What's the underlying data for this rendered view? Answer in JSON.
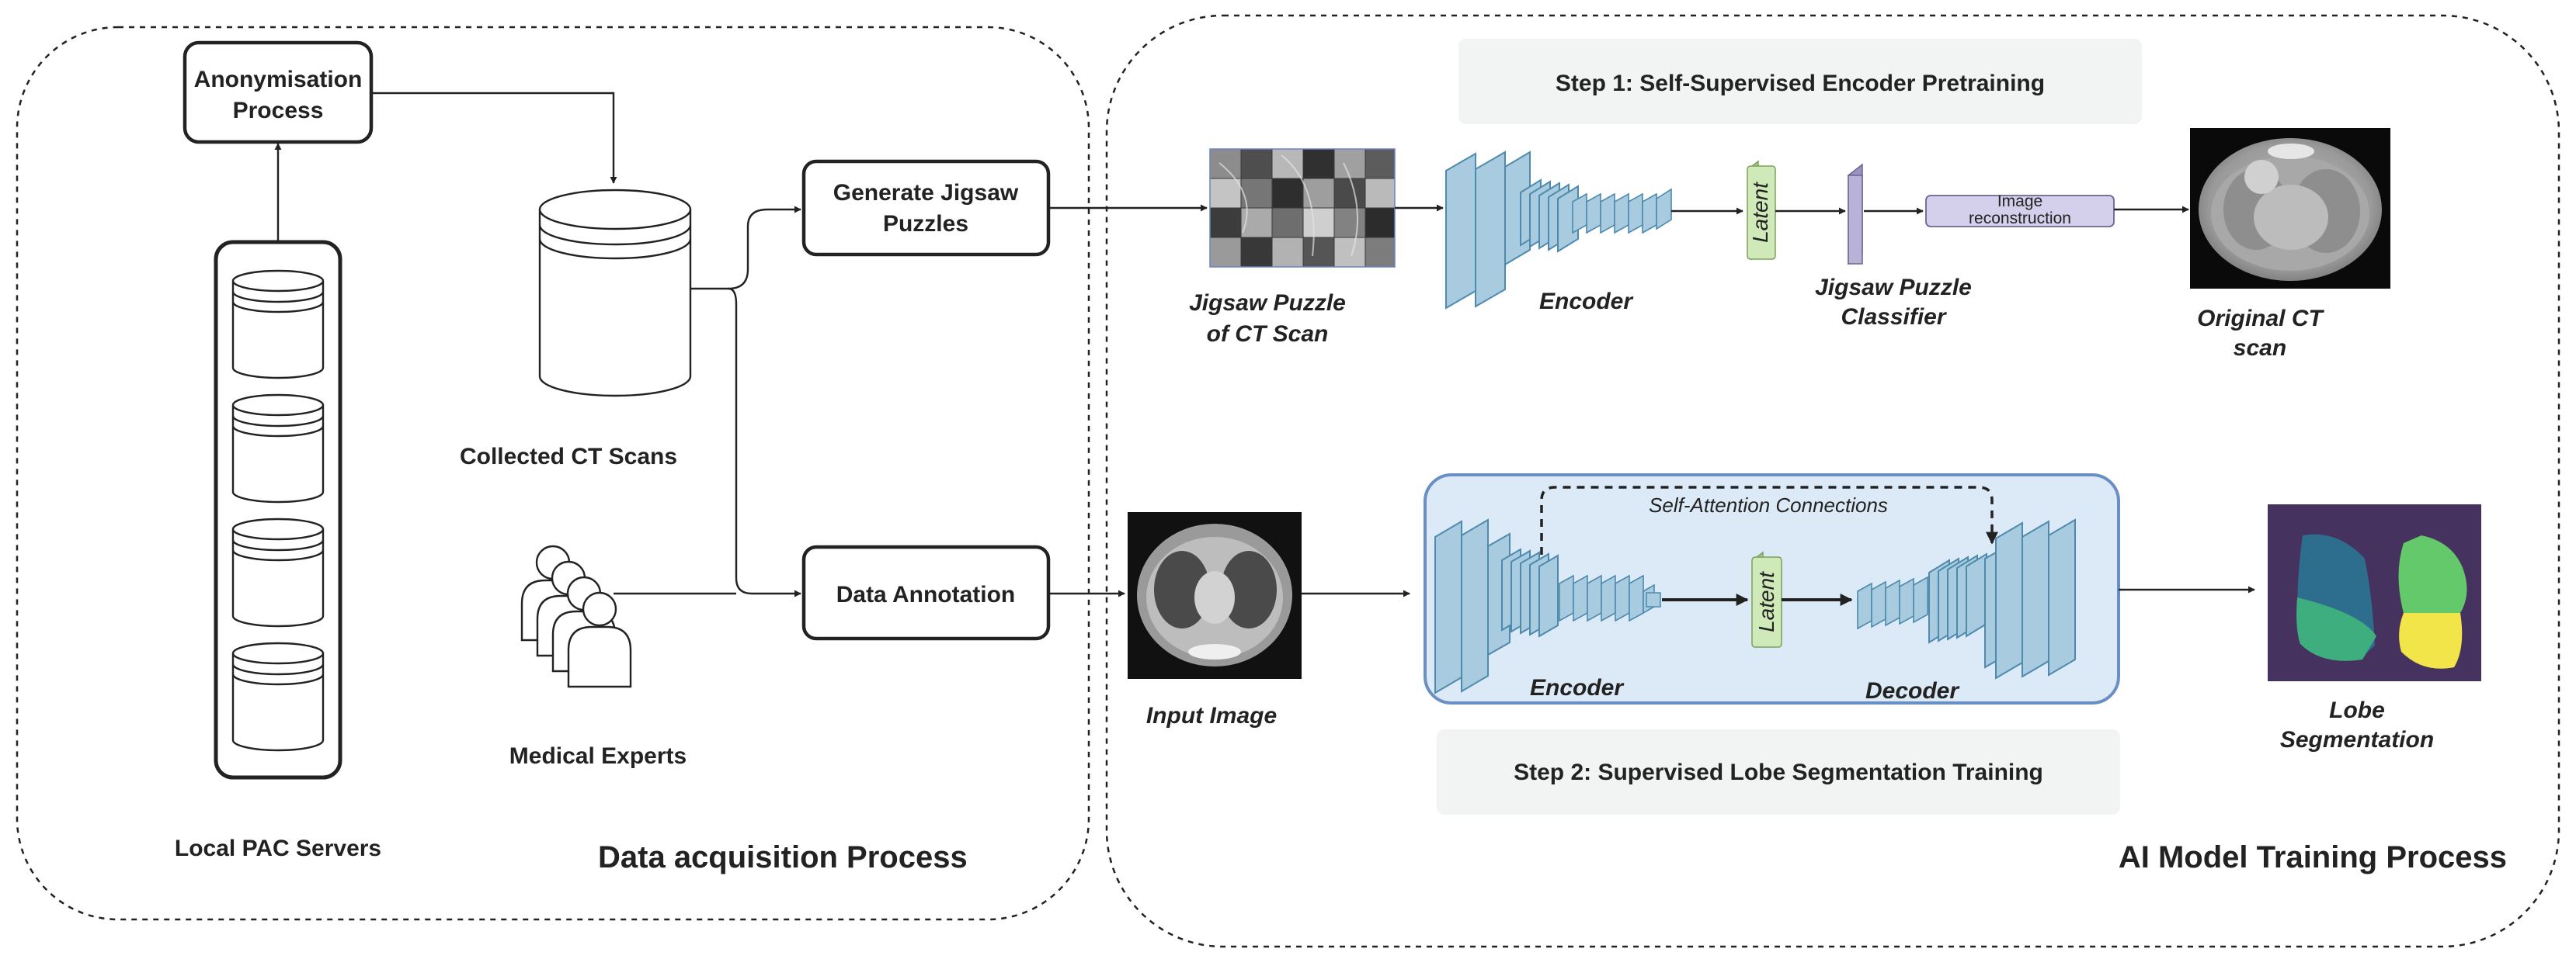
{
  "acquisition": {
    "title": "Data acquisition Process",
    "anonymisation": [
      "Anonymisation",
      "Process"
    ],
    "servers_label": "Local PAC Servers",
    "collected_label": "Collected CT Scans",
    "experts_label": "Medical Experts",
    "generate_jigsaw": [
      "Generate Jigsaw",
      "Puzzles"
    ],
    "data_annotation": "Data Annotation"
  },
  "training": {
    "title": "AI Model Training Process",
    "step1": "Step 1: Self-Supervised Encoder Pretraining",
    "step2": "Step 2: Supervised Lobe Segmentation Training",
    "jigsaw_caption": [
      "Jigsaw Puzzle",
      "of CT Scan"
    ],
    "encoder1": "Encoder",
    "latent1": "Latent",
    "classifier_caption": [
      "Jigsaw Puzzle",
      "Classifier"
    ],
    "image_reconstruction": [
      "Image",
      "reconstruction"
    ],
    "original_caption": [
      "Original CT",
      "scan"
    ],
    "input_caption": "Input Image",
    "self_attention": "Self-Attention Connections",
    "encoder2": "Encoder",
    "latent2": "Latent",
    "decoder": "Decoder",
    "lobe_caption": [
      "Lobe",
      "Segmentation"
    ]
  },
  "colors": {
    "layer_fill": "#a9cbe0",
    "latent_fill": "#cfe9b8",
    "classifier_fill": "#b8b3d6",
    "panel_fill": "#dce9f6",
    "step_box_fill": "#f2f4f3"
  }
}
